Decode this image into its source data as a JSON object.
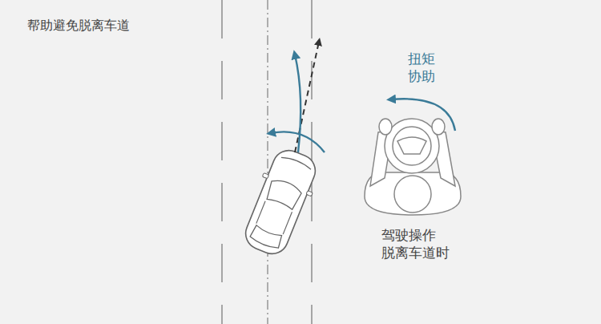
{
  "diagram": {
    "title": "帮助避免脱离车道",
    "labels": [
      "扭矩 协助",
      "驾驶操作 脱离车道时"
    ]
  }
}
